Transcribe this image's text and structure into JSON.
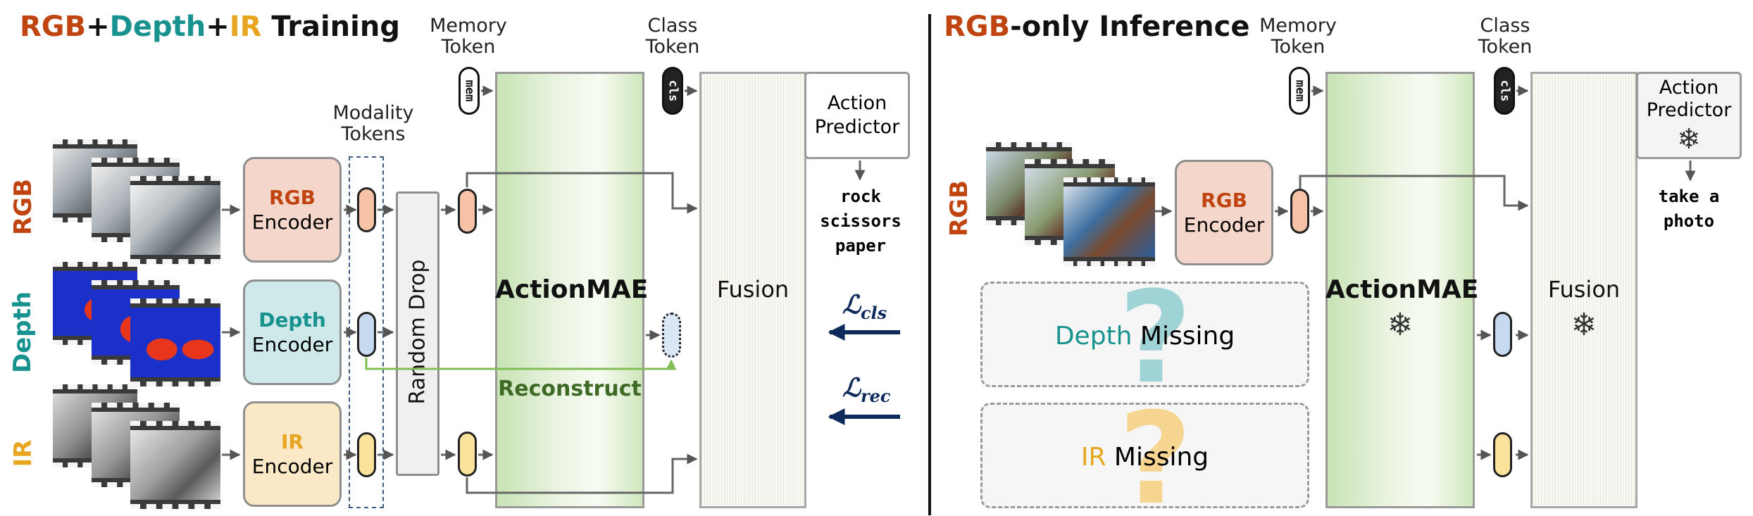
{
  "left_title": {
    "rgb": "RGB",
    "plus1": "+",
    "depth": "Depth",
    "plus2": "+",
    "ir": "IR",
    "rest": " Training"
  },
  "right_title": {
    "rgb": "RGB",
    "rest": "-only Inference"
  },
  "memory_token_label": "Memory\nToken",
  "class_token_label": "Class\nToken",
  "modality_tokens_label": "Modality\nTokens",
  "mem_token_text": "mem",
  "cls_token_text": "cls",
  "modalities": {
    "rgb": "RGB",
    "depth": "Depth",
    "ir": "IR"
  },
  "encoders": {
    "rgb": "RGB",
    "depth": "Depth",
    "ir": "IR",
    "suffix": "Encoder"
  },
  "random_drop": "Random Drop",
  "actionmae": "ActionMAE",
  "reconstruct": "Reconstruct",
  "fusion": "Fusion",
  "action_predictor": "Action\nPredictor",
  "prediction_training": "rock\nscissors\npaper",
  "prediction_inference": "take a\nphoto",
  "loss_cls": {
    "symbol": "ℒ",
    "sub": "cls"
  },
  "loss_rec": {
    "symbol": "ℒ",
    "sub": "rec"
  },
  "missing": {
    "depth": "Depth",
    "ir": "IR",
    "word": " Missing"
  },
  "frozen_icon": "snowflake-icon",
  "colors": {
    "rgb": "#c0440f",
    "depth": "#17928f",
    "ir": "#e8a51f",
    "navy": "#0f2b5b",
    "green": "#3f6a26"
  }
}
